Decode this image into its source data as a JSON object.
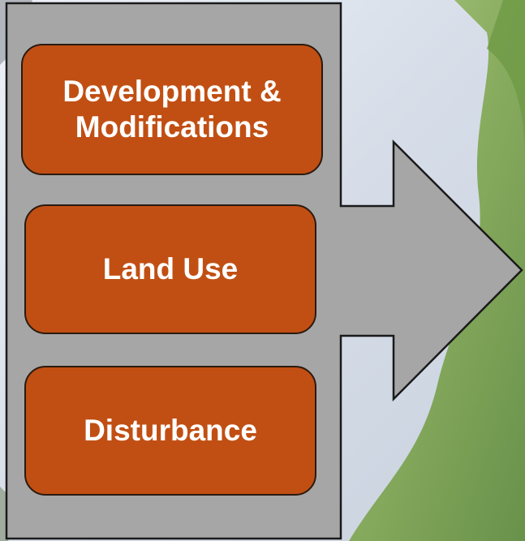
{
  "diagram": {
    "items": [
      {
        "label": "Development & Modifications"
      },
      {
        "label": "Land Use"
      },
      {
        "label": "Disturbance"
      }
    ],
    "colors": {
      "box_fill": "#c14f13",
      "box_text": "#ffffff",
      "arrow_fill": "#a6a6a6",
      "outline": "#1a1a1a"
    }
  }
}
